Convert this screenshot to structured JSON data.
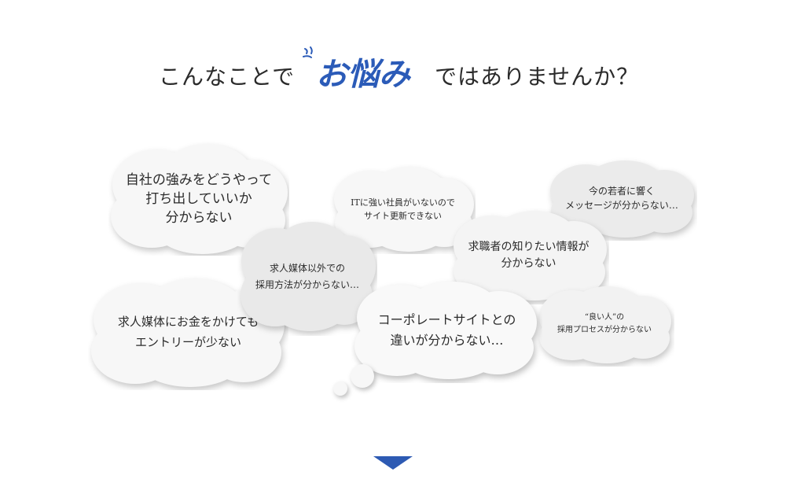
{
  "heading": {
    "before": "こんなことで",
    "accent": "お悩み",
    "after": "ではありませんか？"
  },
  "clouds": [
    {
      "id": "c1",
      "lines": [
        "自社の強みをどうやって",
        "打ち出していいか",
        "分からない"
      ]
    },
    {
      "id": "c2",
      "lines": [
        "ITに強い社員がいないので",
        "サイト更新できない"
      ]
    },
    {
      "id": "c3",
      "lines": [
        "今の若者に響く",
        "メッセージが分からない…"
      ]
    },
    {
      "id": "c4",
      "lines": [
        "求人媒体以外での",
        "採用方法が分からない…"
      ]
    },
    {
      "id": "c5",
      "lines": [
        "求職者の知りたい情報が",
        "分からない"
      ]
    },
    {
      "id": "c6",
      "lines": [
        "求人媒体にお金をかけても",
        "エントリーが少ない"
      ]
    },
    {
      "id": "c7",
      "lines": [
        "コーポレートサイトとの",
        "違いが分からない…"
      ]
    },
    {
      "id": "c8",
      "lines": [
        "“良い人”の",
        "採用プロセスが分からない"
      ]
    }
  ],
  "colors": {
    "accent": "#2b5bb8",
    "arrow": "#2d5ab3",
    "cloud_light": "#f7f7f7",
    "cloud_mid": "#efefef",
    "cloud_dark": "#e8e8e8"
  }
}
